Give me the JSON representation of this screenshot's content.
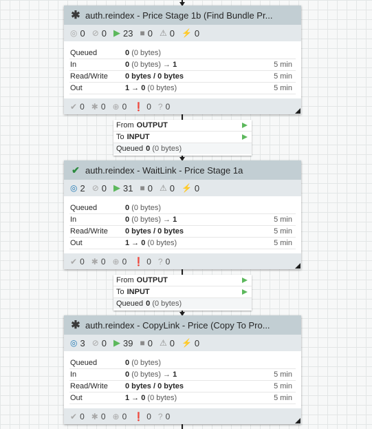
{
  "processors": [
    {
      "title": "auth.reindex - Price Stage 1b (Find Bundle Pr...",
      "status_icon": "gear-icon",
      "stats": {
        "active": "0",
        "disabled": "0",
        "running": "23",
        "stopped": "0",
        "invalid": "0",
        "transmitting": "0"
      },
      "rows": [
        {
          "label": "Queued",
          "count": "0",
          "bytes": "(0 bytes)",
          "arrow": "",
          "tail": "",
          "time": ""
        },
        {
          "label": "In",
          "count": "0",
          "bytes": "(0 bytes)",
          "arrow": "→",
          "tail": "1",
          "time": "5 min"
        },
        {
          "label": "Read/Write",
          "count": "0 bytes / 0 bytes",
          "bytes": "",
          "arrow": "",
          "tail": "",
          "time": "5 min"
        },
        {
          "label": "Out",
          "count": "1 → 0",
          "bytes": "(0 bytes)",
          "arrow": "",
          "tail": "",
          "time": "5 min"
        }
      ],
      "footer": {
        "up_to_date": "0",
        "locally_modified": "0",
        "stale": "0",
        "sync_failure": "0",
        "unknown": "0"
      }
    },
    {
      "title": "auth.reindex - WaitLink - Price Stage 1a",
      "status_icon": "check-icon",
      "stats": {
        "active": "2",
        "disabled": "0",
        "running": "31",
        "stopped": "0",
        "invalid": "0",
        "transmitting": "0"
      },
      "rows": [
        {
          "label": "Queued",
          "count": "0",
          "bytes": "(0 bytes)",
          "arrow": "",
          "tail": "",
          "time": ""
        },
        {
          "label": "In",
          "count": "0",
          "bytes": "(0 bytes)",
          "arrow": "→",
          "tail": "1",
          "time": "5 min"
        },
        {
          "label": "Read/Write",
          "count": "0 bytes / 0 bytes",
          "bytes": "",
          "arrow": "",
          "tail": "",
          "time": "5 min"
        },
        {
          "label": "Out",
          "count": "1 → 0",
          "bytes": "(0 bytes)",
          "arrow": "",
          "tail": "",
          "time": "5 min"
        }
      ],
      "footer": {
        "up_to_date": "0",
        "locally_modified": "0",
        "stale": "0",
        "sync_failure": "0",
        "unknown": "0"
      }
    },
    {
      "title": "auth.reindex - CopyLink - Price (Copy To Pro...",
      "status_icon": "gear-icon",
      "stats": {
        "active": "3",
        "disabled": "0",
        "running": "39",
        "stopped": "0",
        "invalid": "0",
        "transmitting": "0"
      },
      "rows": [
        {
          "label": "Queued",
          "count": "0",
          "bytes": "(0 bytes)",
          "arrow": "",
          "tail": "",
          "time": ""
        },
        {
          "label": "In",
          "count": "0",
          "bytes": "(0 bytes)",
          "arrow": "→",
          "tail": "1",
          "time": "5 min"
        },
        {
          "label": "Read/Write",
          "count": "0 bytes / 0 bytes",
          "bytes": "",
          "arrow": "",
          "tail": "",
          "time": "5 min"
        },
        {
          "label": "Out",
          "count": "1 → 0",
          "bytes": "(0 bytes)",
          "arrow": "",
          "tail": "",
          "time": "5 min"
        }
      ],
      "footer": {
        "up_to_date": "0",
        "locally_modified": "0",
        "stale": "0",
        "sync_failure": "0",
        "unknown": "0"
      }
    }
  ],
  "connections": [
    {
      "from_label": "From",
      "from_value": "OUTPUT",
      "to_label": "To",
      "to_value": "INPUT",
      "queued_label": "Queued",
      "queued_count": "0",
      "queued_bytes": "(0 bytes)"
    },
    {
      "from_label": "From",
      "from_value": "OUTPUT",
      "to_label": "To",
      "to_value": "INPUT",
      "queued_label": "Queued",
      "queued_count": "0",
      "queued_bytes": "(0 bytes)"
    }
  ],
  "colors": {
    "running": "#5cb85c",
    "active": "#1f78b4",
    "valid": "#2b8a3e",
    "header": "#c2ced3"
  }
}
